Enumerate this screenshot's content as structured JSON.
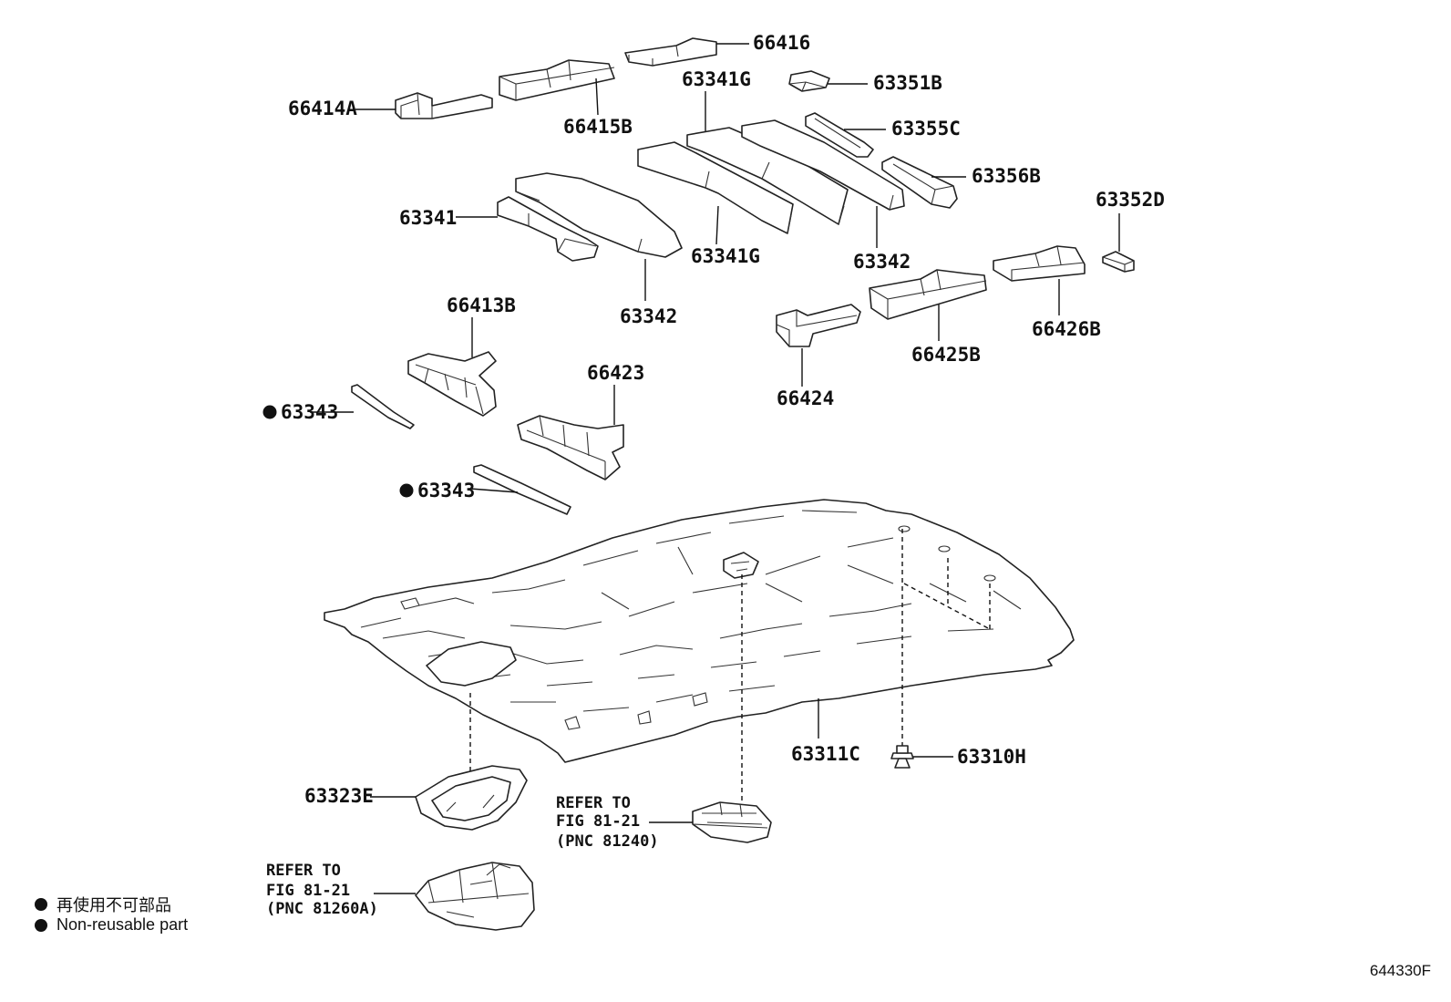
{
  "parts": {
    "p66416": "66416",
    "p63341G_top": "63341G",
    "p63351B": "63351B",
    "p66414A": "66414A",
    "p66415B": "66415B",
    "p63355C": "63355C",
    "p63356B": "63356B",
    "p63352D": "63352D",
    "p63341": "63341",
    "p63341G_bottom": "63341G",
    "p63342_right": "63342",
    "p63342_left": "63342",
    "p66413B": "66413B",
    "p66423": "66423",
    "p66424": "66424",
    "p66425B": "66425B",
    "p66426B": "66426B",
    "p63343_a": "63343",
    "p63343_b": "63343",
    "p63311C": "63311C",
    "p63310H": "63310H",
    "p63323E": "63323E"
  },
  "references": {
    "map_lamp": {
      "line1": "REFER TO",
      "line2": "FIG 81-21",
      "line3": "(PNC 81240)"
    },
    "console": {
      "line1": "REFER TO",
      "line2": "FIG 81-21",
      "line3": "(PNC 81260A)"
    }
  },
  "legend": {
    "japanese": "再使用不可部品",
    "english": "Non-reusable part"
  },
  "figure_code": "644330F"
}
